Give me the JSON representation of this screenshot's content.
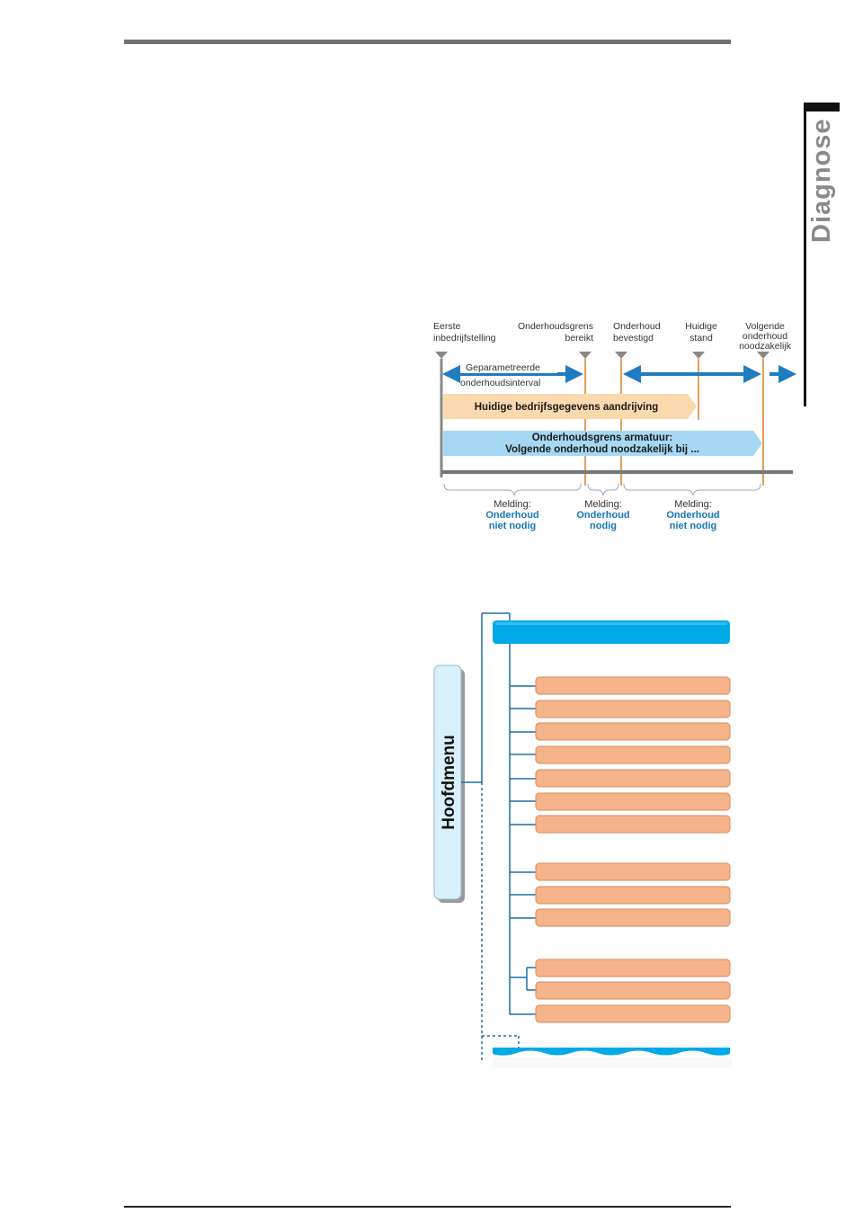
{
  "side_tab": "Diagnose",
  "timeline": {
    "markers": [
      {
        "line1": "Eerste",
        "line2": "inbedrijfstelling"
      },
      {
        "line1": "Onderhoudsgrens",
        "line2": "bereikt"
      },
      {
        "line1": "Onderhoud",
        "line2": "bevestigd"
      },
      {
        "line1": "Huidige",
        "line2": "stand"
      },
      {
        "line1": "Volgende",
        "line2": "onderhoud",
        "line3": "noodzakelijk"
      }
    ],
    "interval_line1": "Geparametreerde",
    "interval_line2": "onderhoudsinterval",
    "bar1": "Huidige bedrijfsgegevens aandrijving",
    "bar2_line1": "Onderhoudsgrens armatuur:",
    "bar2_line2": "Volgende onderhoud noodzakelijk bij ...",
    "messages": [
      {
        "label": "Melding:",
        "line1": "Onderhoud",
        "line2": "niet nodig"
      },
      {
        "label": "Melding:",
        "line1": "Onderhoud",
        "line2": "nodig"
      },
      {
        "label": "Melding:",
        "line1": "Onderhoud",
        "line2": "niet nodig"
      }
    ],
    "colors": {
      "blue_arrow": "#1f7cc0",
      "orange_line": "#e8a05a",
      "bar1": "#fbd9ae",
      "bar2": "#a6d8f4",
      "axis": "#777777"
    }
  },
  "menu": {
    "title": "Hoofdmenu",
    "colors": {
      "header": "#00a9e8",
      "item": "#f5b48a",
      "line": "#1d6fa8",
      "title_bg": "#d8f0fb"
    }
  }
}
